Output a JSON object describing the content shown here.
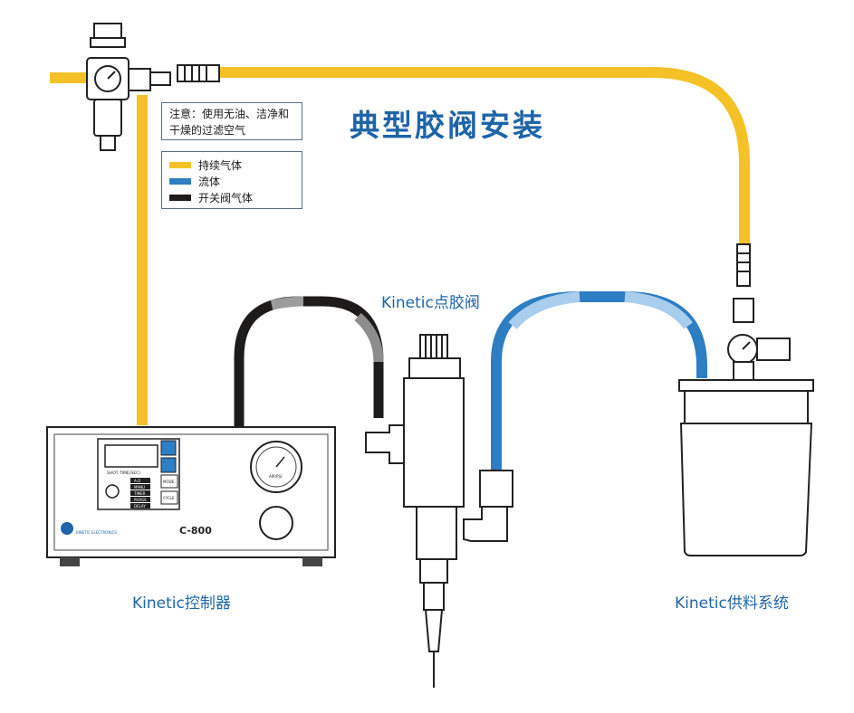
{
  "title": "典型胶阀安装",
  "note": {
    "line1": "注意：使用无油、洁净和",
    "line2": "干燥的过滤空气"
  },
  "legend": [
    {
      "label": "持续气体",
      "color": "#f4c227"
    },
    {
      "label": "流体",
      "color": "#2d7ec3"
    },
    {
      "label": "开关阀气体",
      "color": "#1e1b1b"
    }
  ],
  "captions": {
    "valve": "Kinetic点胶阀",
    "controller": "Kinetic控制器",
    "supply": "Kinetic供料系统"
  },
  "controller_panel": {
    "model": "C-800",
    "shot_label": "SHOT TIME(SEC)",
    "mode_label": "MODE",
    "cycle_label": "CYCLE",
    "gauge_label": "AIR/PSI",
    "buttons": [
      "A-D",
      "MANU",
      "TIMER",
      "PURGE",
      "DELAY"
    ],
    "brand": "KINETIC ELECTRONICS"
  },
  "colors": {
    "accent": "#1f64a8",
    "air": "#f4c227",
    "fluid": "#2d7ec3",
    "switch_air": "#1e1b1b"
  }
}
